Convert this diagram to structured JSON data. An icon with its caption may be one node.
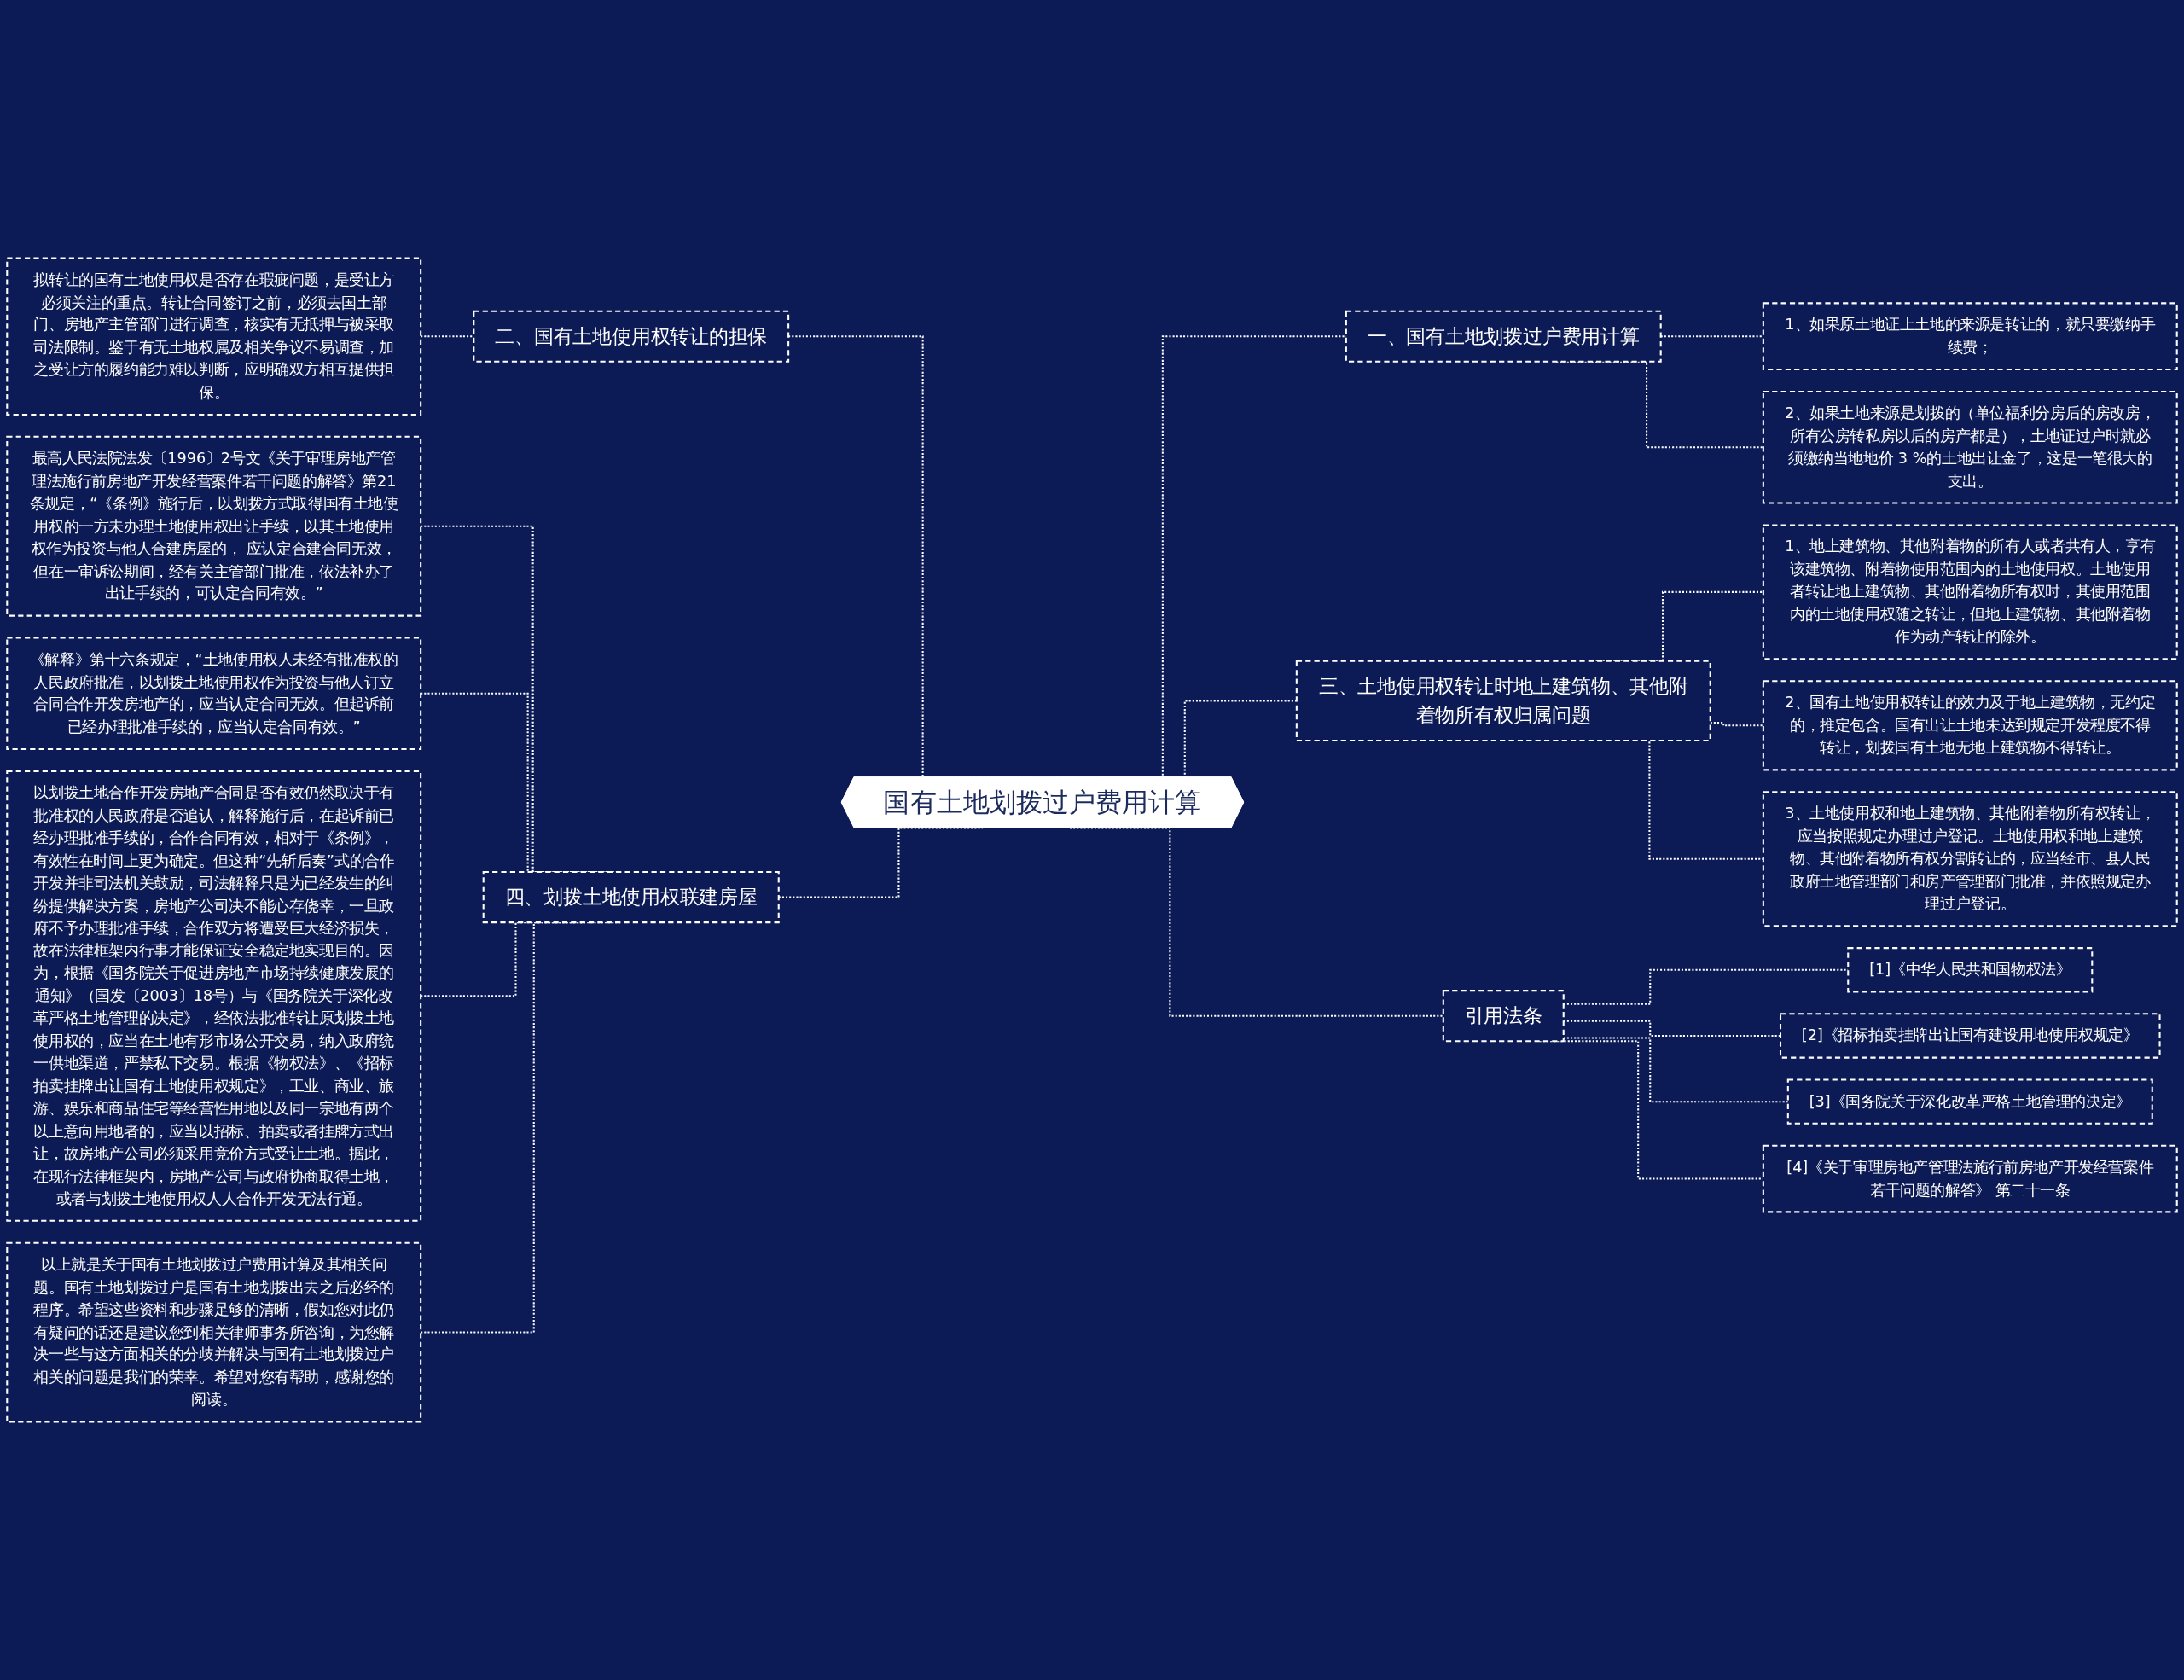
{
  "diagram": {
    "nodes": [
      {
        "text": [
          "国有土地划拨过户费用计算"
        ]
      },
      {
        "text": [
          "二、国有土地使用权转让的担保"
        ]
      },
      {
        "text": [
          "拟转让的国有土地使用权是否存在瑕疵问题，是受让方必须关注的重点。转让合同签订之前，必须去国土部门、房地产主管部门进行调查，核实有无抵押与被采取司法限制。鉴于有无土地权属及相关争议不易调查，加之受让方的履约能力难以判断，应明确双方相互提供担保。"
        ]
      },
      {
        "text": [
          "四、划拨土地使用权联建房屋"
        ]
      },
      {
        "text": [
          "最高人民法院法发〔1996〕2号文《关于审理房地产管理法施行前房地产开发经营案件若干问题的解答》第21条规定，“《条例》施行后，以划拨方式取得国有土地使用权的一方未办理土地使用权出让手续，以其土地使用权作为投资与他人合建房屋的， 应认定合建合同无效，但在一审诉讼期间，经有关主管部门批准，依法补办了出让手续的，可认定合同有效。”"
        ]
      },
      {
        "text": [
          "《解释》第十六条规定，“土地使用权人未经有批准权的人民政府批准，以划拨土地使用权作为投资与他人订立合同合作开发房地产的，应当认定合同无效。但起诉前已经办理批准手续的，应当认定合同有效。”"
        ]
      },
      {
        "text": [
          "以划拨土地合作开发房地产合同是否有效仍然取决于有批准权的人民政府是否追认，解释施行后，在起诉前已经办理批准手续的，合作合同有效，相对于《条例》，有效性在时间上更为确定。但这种“先斩后奏”式的合作开发并非司法机关鼓励，司法解释只是为已经发生的纠纷提供解决方案，房地产公司决不能心存侥幸，一旦政府不予办理批准手续，合作双方将遭受巨大经济损失，故在法律框架内行事才能保证安全稳定地实现目的。因为，根据《国务院关于促进房地产市场持续健康发展的通知》（国发〔2003〕18号）与《国务院关于深化改革严格土地管理的决定》，经依法批准转让原划拨土地使用权的，应当在土地有形市场公开交易，纳入政府统一供地渠道，严禁私下交易。根据《物权法》、《招标拍卖挂牌出让国有土地使用权规定》，工业、商业、旅游、娱乐和商品住宅等经营性用地以及同一宗地有两个以上意向用地者的，应当以招标、拍卖或者挂牌方式出让，故房地产公司必须采用竞价方式受让土地。据此，在现行法律框架内，房地产公司与政府协商取得土地，或者与划拨土地使用权人人合作开发无法行通。"
        ]
      },
      {
        "text": [
          "以上就是关于国有土地划拨过户费用计算及其相关问题。国有土地划拨过户是国有土地划拨出去之后必经的程序。希望这些资料和步骤足够的清晰，假如您对此仍有疑问的话还是建议您到相关律师事务所咨询，为您解决一些与这方面相关的分歧并解决与国有土地划拨过户相关的问题是我们的荣幸。希望对您有帮助，感谢您的阅读。"
        ]
      },
      {
        "text": [
          "一、国有土地划拨过户费用计算"
        ]
      },
      {
        "text": [
          "1、如果原土地证上土地的来源是转让的，就只要缴纳手续费；"
        ]
      },
      {
        "text": [
          "2、如果土地来源是划拨的（单位福利分房后的房改房，所有公房转私房以后的房产都是），土地证过户时就必须缴纳当地地价 3 %的土地出让金了，这是一笔很大的支出。"
        ]
      },
      {
        "text": [
          "三、土地使用权转让时地上建筑物、其他附着物所有权归属问题"
        ]
      },
      {
        "text": [
          "1、地上建筑物、其他附着物的所有人或者共有人，享有该建筑物、附着物使用范围内的土地使用权。土地使用者转让地上建筑物、其他附着物所有权时，其使用范围内的土地使用权随之转让，但地上建筑物、其他附着物作为动产转让的除外。"
        ]
      },
      {
        "text": [
          "2、国有土地使用权转让的效力及于地上建筑物，无约定的，推定包含。国有出让土地未达到规定开发程度不得转让，划拨国有土地无地上建筑物不得转让。"
        ]
      },
      {
        "text": [
          "3、土地使用权和地上建筑物、其他附着物所有权转让，应当按照规定办理过户登记。土地使用权和地上建筑物、其他附着物所有权分割转让的，应当经市、县人民政府土地管理部门和房产管理部门批准，并依照规定办理过户登记。"
        ]
      },
      {
        "text": [
          "引用法条"
        ]
      },
      {
        "text": [
          "[1]《中华人民共和国物权法》"
        ]
      },
      {
        "text": [
          "[2]《招标拍卖挂牌出让国有建设用地使用权规定》"
        ]
      },
      {
        "text": [
          "[3]《国务院关于深化改革严格土地管理的决定》"
        ]
      },
      {
        "text": [
          "[4]《关于审理房地产管理法施行前房地产开发经营案件若干问题的解答》 第二十一条"
        ]
      }
    ],
    "edges": [
      {
        "from": 1,
        "to": 0,
        "arrow": "none",
        "style": "dashed"
      },
      {
        "from": 2,
        "to": 1,
        "arrow": "none",
        "style": "dashed"
      },
      {
        "from": 3,
        "to": 0,
        "arrow": "none",
        "style": "dashed"
      },
      {
        "from": 4,
        "to": 3,
        "arrow": "none",
        "style": "dashed"
      },
      {
        "from": 5,
        "to": 3,
        "arrow": "none",
        "style": "dashed"
      },
      {
        "from": 6,
        "to": 3,
        "arrow": "none",
        "style": "dashed"
      },
      {
        "from": 7,
        "to": 3,
        "arrow": "none",
        "style": "dashed"
      },
      {
        "from": 0,
        "to": 8,
        "arrow": "none",
        "style": "dashed"
      },
      {
        "from": 8,
        "to": 9,
        "arrow": "none",
        "style": "dashed"
      },
      {
        "from": 8,
        "to": 10,
        "arrow": "none",
        "style": "dashed"
      },
      {
        "from": 0,
        "to": 11,
        "arrow": "none",
        "style": "dashed"
      },
      {
        "from": 11,
        "to": 12,
        "arrow": "none",
        "style": "dashed"
      },
      {
        "from": 11,
        "to": 13,
        "arrow": "none",
        "style": "dashed"
      },
      {
        "from": 11,
        "to": 14,
        "arrow": "none",
        "style": "dashed"
      },
      {
        "from": 0,
        "to": 15,
        "arrow": "none",
        "style": "dashed"
      },
      {
        "from": 15,
        "to": 16,
        "arrow": "none",
        "style": "dashed"
      },
      {
        "from": 15,
        "to": 17,
        "arrow": "none",
        "style": "dashed"
      },
      {
        "from": 15,
        "to": 18,
        "arrow": "none",
        "style": "dashed"
      },
      {
        "from": 15,
        "to": 19,
        "arrow": "none",
        "style": "dashed"
      }
    ]
  }
}
